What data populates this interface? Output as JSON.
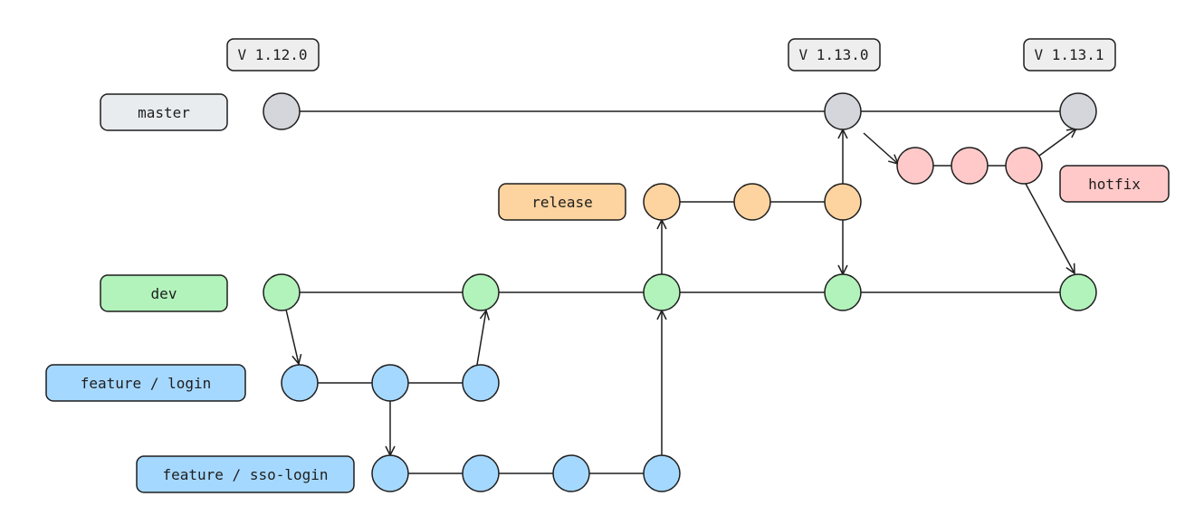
{
  "colors": {
    "master": "#d4d6db",
    "release": "#fdd39f",
    "dev": "#b2f2bb",
    "feature": "#a5d8ff",
    "hotfix": "#ffc9c9",
    "version": "#eeeeef",
    "label_master": "#e9ecef",
    "stroke": "#1e1e1e"
  },
  "versions": [
    "V 1.12.0",
    "V 1.13.0",
    "V 1.13.1"
  ],
  "branches": {
    "master": "master",
    "release": "release",
    "dev": "dev",
    "feature_login": "feature / login",
    "feature_sso": "feature / sso-login",
    "hotfix": "hotfix"
  }
}
